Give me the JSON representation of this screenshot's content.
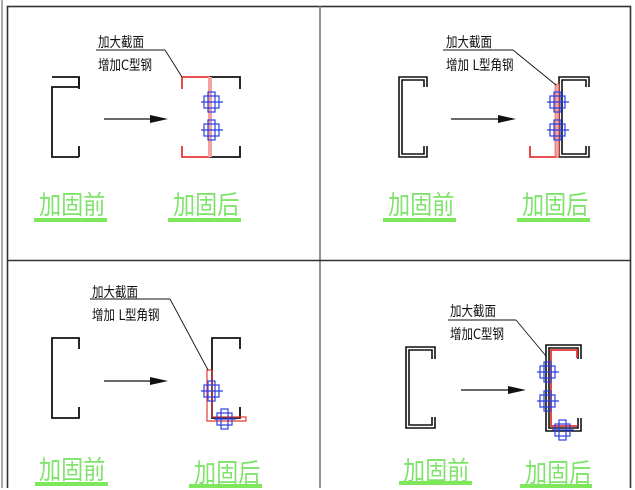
{
  "diagram": {
    "title": "",
    "type": "steel-section-strengthening",
    "colors": {
      "original_section": "#111111",
      "added_section": "#e53935",
      "added_fill": "#f4a3a3",
      "bolts": "#2c3fe0",
      "labels": "#7ee36a",
      "underline": "#7fe85a",
      "frame": "#333333"
    },
    "panels": [
      {
        "id": "top-left",
        "callout_line1": "加大截面",
        "callout_line2": "增加C型钢",
        "before_label": "加固前",
        "after_label": "加固后",
        "method": "back-to-back C-section with 2 bolts"
      },
      {
        "id": "top-right",
        "callout_line1": "加大截面",
        "callout_line2": "增加 L型角钢",
        "before_label": "加固前",
        "after_label": "加固后",
        "method": "L-angle on web with 2 bolts"
      },
      {
        "id": "bottom-left",
        "callout_line1": "加大截面",
        "callout_line2": "增加 L型角钢",
        "before_label": "加固前",
        "after_label": "加固后",
        "method": "L-angle at web-flange corner with 2 bolts"
      },
      {
        "id": "bottom-right",
        "callout_line1": "加大截面",
        "callout_line2": "增加C型钢",
        "before_label": "加固前",
        "after_label": "加固后",
        "method": "nested C-section inside with 3 bolts"
      }
    ],
    "nodes": [
      {
        "id": "before",
        "label": "加固前"
      },
      {
        "id": "after",
        "label": "加固后"
      }
    ],
    "edges": [
      {
        "from": "before",
        "to": "after",
        "style": "arrow"
      }
    ]
  }
}
